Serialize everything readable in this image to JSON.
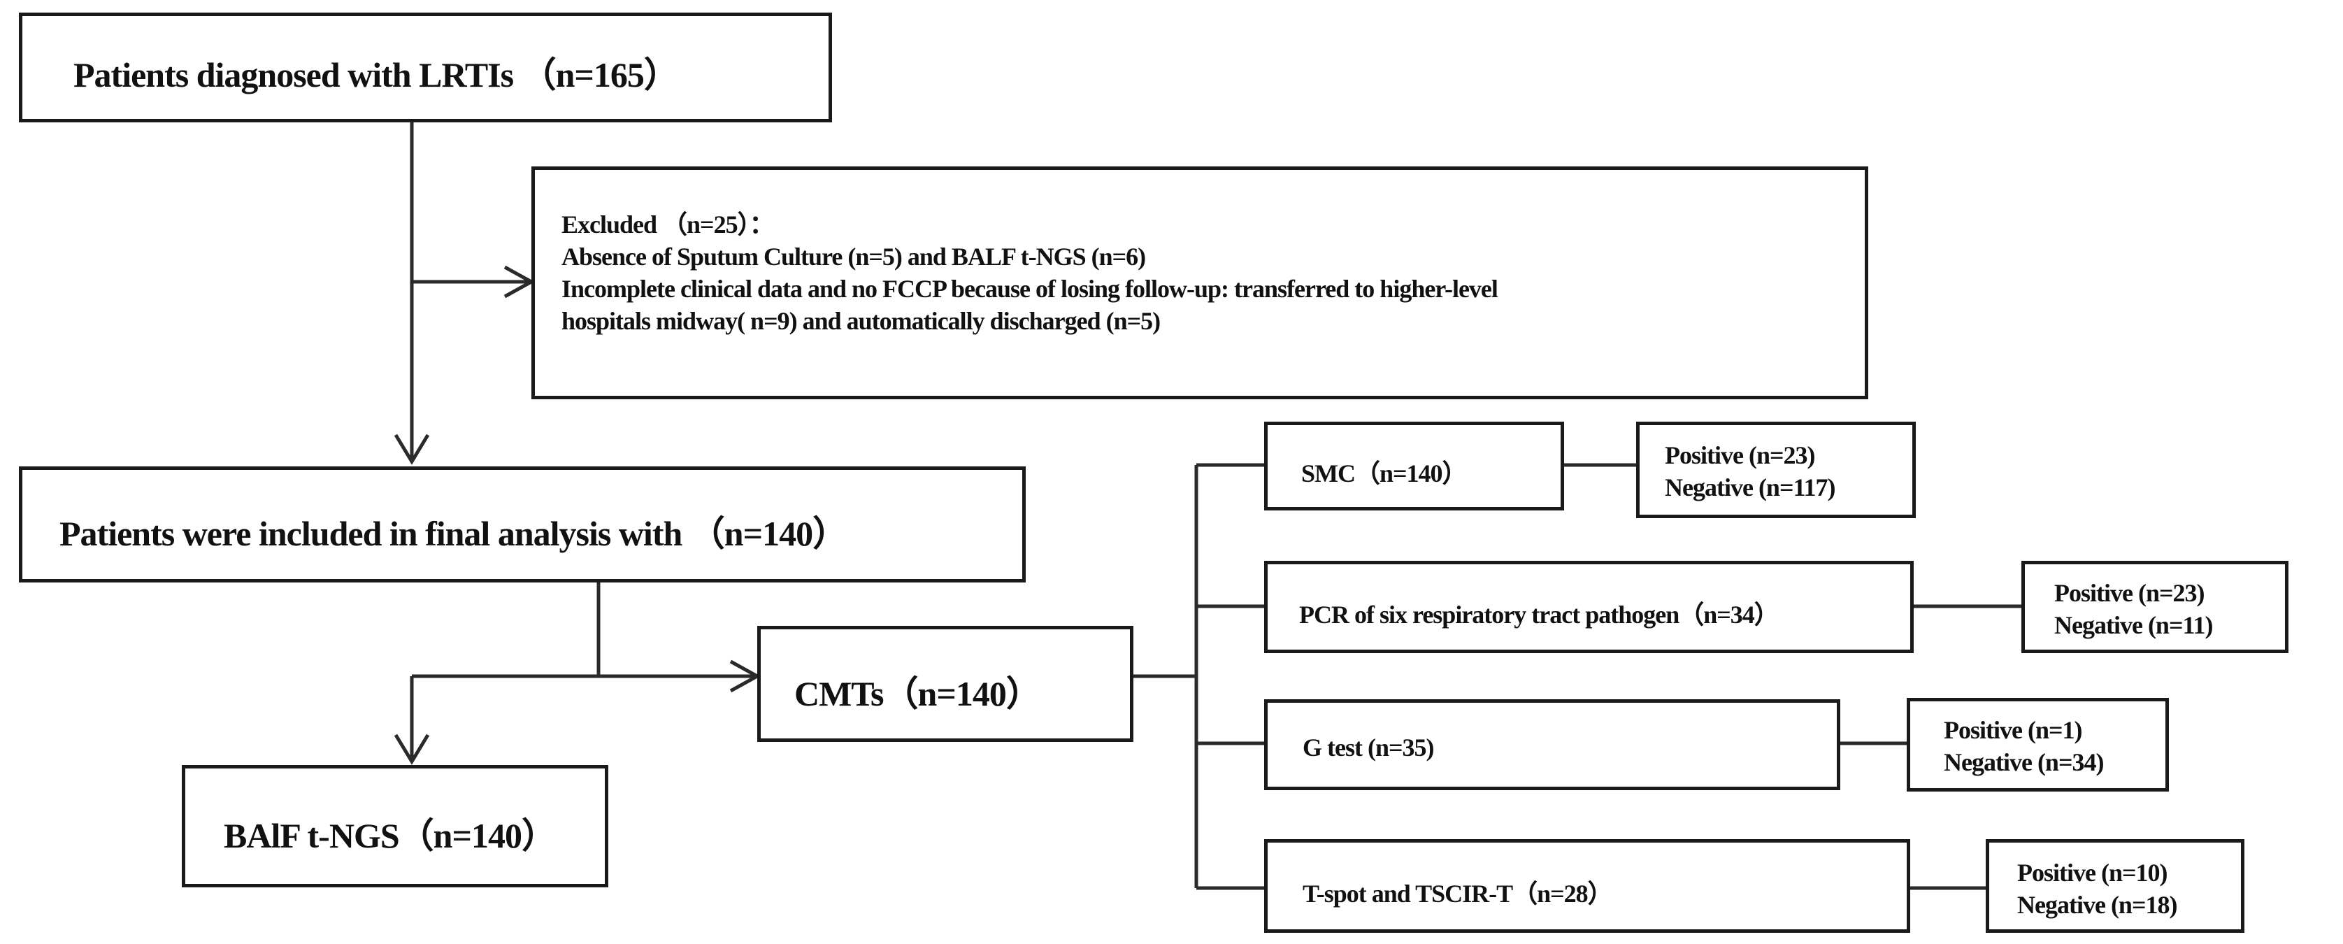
{
  "boxes": {
    "diagnosed": "Patients diagnosed with LRTIs （n=165）",
    "excluded": {
      "line1": "Excluded （n=25）：",
      "line2": "Absence of Sputum Culture (n=5) and BALF t-NGS (n=6)",
      "line3": " Incomplete clinical data and no FCCP because of losing follow-up: transferred to higher-level",
      "line4": "hospitals midway( n=9) and automatically discharged (n=5)"
    },
    "included": "Patients were included in  final analysis with （n=140）",
    "cmts": "CMTs（n=140）",
    "balf": "BAlF t-NGS（n=140）",
    "smc": {
      "label": "SMC（n=140）",
      "positive": "Positive (n=23)",
      "negative": "Negative (n=117)"
    },
    "pcr": {
      "label": "PCR of six respiratory tract pathogen（n=34）",
      "positive": "Positive (n=23)",
      "negative": "Negative (n=11)"
    },
    "gtest": {
      "label": "G test (n=35)",
      "positive": "Positive (n=1)",
      "negative": "Negative (n=34)"
    },
    "tspot": {
      "label": "T-spot and TSCIR-T（n=28）",
      "positive": "Positive (n=10)",
      "negative": "Negative (n=18)"
    }
  }
}
